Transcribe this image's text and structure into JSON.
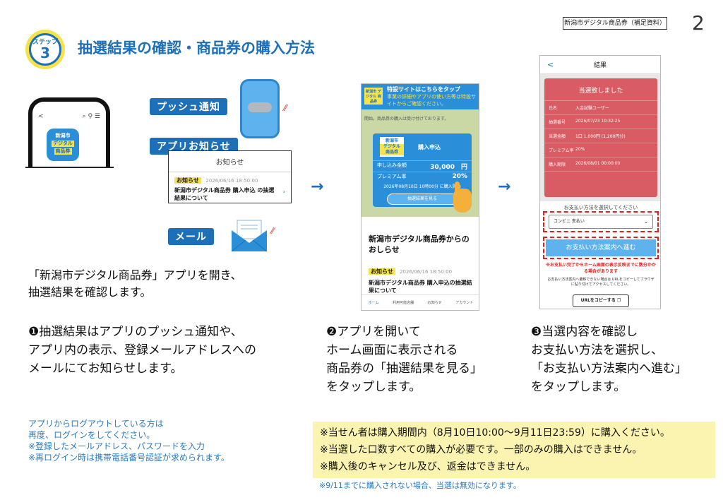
{
  "header": {
    "doc_tag": "新潟市デジタル商品券（補足資料）",
    "page_number": "2",
    "step_word": "ステップ",
    "step_number": "3",
    "title": "抽選結果の確認・商品券の購入方法"
  },
  "left_panel": {
    "phone": {
      "nav_back": "<",
      "nav_icons": "⌕ ⚲ ☰",
      "app_icon": {
        "line1": "新潟市",
        "line2": "デジタル",
        "line3": "商品券"
      }
    },
    "push_label": "プッシュ通知",
    "info_label": "アプリお知らせ",
    "mail_label": "メール",
    "notice_card": {
      "header": "お知らせ",
      "tag": "お知らせ",
      "date": "2026/06/16 18:50:00",
      "text": "新潟市デジタル商品券 購入申込 の抽選結果について"
    },
    "lead_lines": [
      "「新潟市デジタル商品券」アプリを開き、",
      "抽選結果を確認します。"
    ],
    "desc_lines": [
      "❶抽選結果はアプリのプッシュ通知や、",
      "アプリ内の表示、登録メールアドレスへの",
      "メールにてお知らせします。"
    ]
  },
  "arrows": {
    "arrow1": "→",
    "arrow2": "→"
  },
  "middle_phone": {
    "banner_badge": "新潟市 デジタル 商品券",
    "banner_title": "特設サイトはこちらをタップ",
    "banner_sub": "事業の詳細やアプリの使い方等は特設サイトからご確認ください。",
    "ticker": "開始。商品券の購入は受け付けております。",
    "card_logo": {
      "line1": "新潟市",
      "line2": "デジタル",
      "line3": "商品券"
    },
    "card_title": "購入申込",
    "row1_label": "申し込み金額",
    "row1_value": "30,000　円",
    "row2_label": "プレミアム率",
    "row2_value": "20%",
    "period": "2026年08月10日 10時00分 に購入開始",
    "button": "抽選結果を見る",
    "news_title": "新潟市デジタル商品券からのおしらせ",
    "news_tag": "お知らせ",
    "news_date": "2026/06/16 18:50:00",
    "news_body": "新潟市デジタル商品券 購入申込の抽選結果について",
    "tabbar": [
      "ホーム",
      "利用可能店舗",
      "お知らせ",
      "アカウント"
    ],
    "desc_lines": [
      "❷アプリを開いて",
      "ホーム画面に表示される",
      "商品券の「抽選結果を見る」",
      "をタップします。"
    ]
  },
  "right_phone": {
    "back": "<",
    "title": "結果",
    "result_title": "当選致しました",
    "rows": [
      {
        "k": "氏名",
        "v": "入金試験ユーザー"
      },
      {
        "k": "抽選番号",
        "v": "2026/07/23 10:32:25"
      },
      {
        "k": "当選金額",
        "v": "1口 1,000円 (1,200円分)"
      },
      {
        "k": "プレミアム率",
        "v": "20%"
      },
      {
        "k": "購入期限",
        "v": "2026/08/01 00:00:00"
      }
    ],
    "pay_title": "お支払い方法を選択してください",
    "select_value": "コンビニ 支払い",
    "pay_button": "お支払い方法案内へ進む",
    "warning": "※お支払い完了からホーム画面の表示反映までに数分かかる場合があります",
    "note": "お支払い方法案内へ遷移できない場合は URLをコピーしてブラウザに貼り付けてアクセスしてください。",
    "copy_button": "URLをコピーする",
    "desc_lines": [
      "❸当選内容を確認し",
      "お支払い方法を選択し、",
      "「お支払い方法案内へ進む」",
      "をタップします。"
    ]
  },
  "notes": {
    "logout_lines": [
      "アプリからログアウトしている方は",
      "再度、ログインをしてください。",
      "※登録したメールアドレス、パスワードを入力",
      "※再ログイン時は携帯電話番号認証が求められます。"
    ],
    "yellow_lines": [
      "※当せん者は購入期間内（8月10日10:00～9月11日23:59）に購入ください。",
      "※当選した口数すべての購入が必要です。一部のみの購入はできません。",
      "※購入後のキャンセル及び、返金はできません。"
    ],
    "bottom_line": "※9/11までに購入されない場合、当選は無効になります。"
  },
  "colors": {
    "brand_blue": "#1d6fb8",
    "accent_yellow": "#f6e34b",
    "result_red": "#d95c64",
    "dash_red": "#e02020",
    "note_bg": "#fbf3b0"
  }
}
